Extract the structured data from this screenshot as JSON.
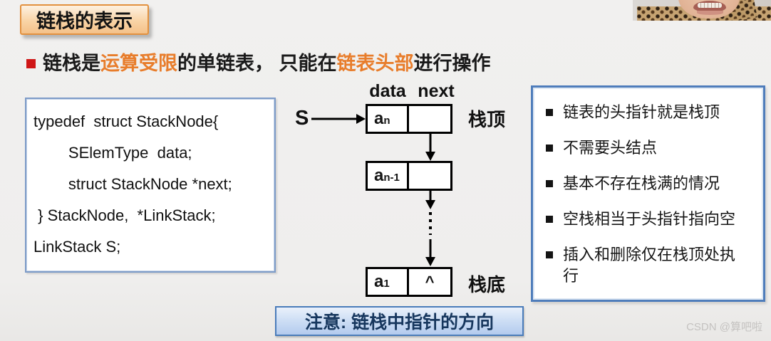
{
  "slide": {
    "title": "链栈的表示",
    "headline": {
      "segments": [
        {
          "text": "链栈是",
          "color": "black"
        },
        {
          "text": "运算受限",
          "color": "orange"
        },
        {
          "text": "的单链表， 只能在",
          "color": "black"
        },
        {
          "text": "链表头部",
          "color": "orange"
        },
        {
          "text": "进行操作",
          "color": "black"
        }
      ]
    }
  },
  "code_box": {
    "lines": [
      "typedef  struct StackNode{",
      "        SElemType  data;",
      "        struct StackNode *next;",
      " } StackNode,  *LinkStack;",
      "LinkStack S;"
    ]
  },
  "diagram": {
    "pointer_label": "S",
    "column_labels": {
      "data": "data",
      "next": "next"
    },
    "top_label": "栈顶",
    "bottom_label": "栈底",
    "nodes": [
      {
        "base": "a",
        "sub": "n",
        "next": ""
      },
      {
        "base": "a",
        "sub": "n-1",
        "next": ""
      },
      {
        "base": "a",
        "sub": "1",
        "next": "^"
      }
    ]
  },
  "right_panel": {
    "items": [
      "链表的头指针就是栈顶",
      "不需要头结点",
      "基本不存在栈满的情况",
      "空栈相当于头指针指向空",
      "插入和删除仅在栈顶处执行"
    ]
  },
  "note": {
    "text": "注意: 链栈中指针的方向"
  },
  "watermark": "CSDN @算吧啦",
  "colors": {
    "accent_orange": "#E87D2B",
    "title_border": "#E2913F",
    "blue_border": "#4F7DBB",
    "note_text": "#17375E",
    "bullet_red": "#CF1616"
  }
}
